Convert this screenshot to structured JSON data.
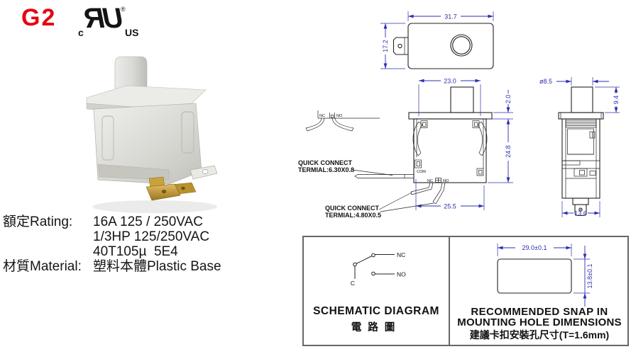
{
  "header": {
    "model": "G2",
    "model_color": "#e60012",
    "ul": {
      "icon": "ul-recognized-mark",
      "prefix": "c",
      "core": "UR",
      "suffix": "US",
      "registered": "®"
    }
  },
  "specs": {
    "rating_label": "額定Rating:",
    "rating_line1": "16A 125 / 250VAC",
    "rating_line2": "1/3HP 125/250VAC",
    "rating_line3": "40T105µ  5E4",
    "material_label": "材質Material:",
    "material_value": "塑料本體Plastic Base"
  },
  "drawings": {
    "dim_color": "#2e2eb0",
    "line_color": "#222222",
    "top_view": {
      "width_dim": "31.7",
      "height_dim": "17.2"
    },
    "front_view": {
      "width_dim": "23.0",
      "flange_dim": "2.0",
      "height_dim": "24.8",
      "base_width_dim": "25.5",
      "com_label": "COM",
      "nc_label": "NC",
      "no_label": "NO",
      "mini_nc": "NC",
      "mini_no": "NO",
      "callout_top_line1": "QUICK CONNECT",
      "callout_top_line2": "TERMIAL:6.30X0.8",
      "callout_bottom_line1": "QUICK CONNECT",
      "callout_bottom_line2": "TERMIAL:4.80X0.5"
    },
    "side_view": {
      "dia_dim": "ø8.5",
      "button_height_dim": "9.4",
      "width_dim": "13.6"
    }
  },
  "info_table": {
    "schematic": {
      "title": "SCHEMATIC DIAGRAM",
      "subtitle": "電路圖",
      "c_label": "C",
      "nc_label": "NC",
      "no_label": "NO"
    },
    "mounting": {
      "title_line1": "RECOMMENDED SNAP IN",
      "title_line2": "MOUNTING HOLE DIMENSIONS",
      "subtitle": "建議卡扣安裝孔尺寸(T=1.6mm)",
      "width_dim": "29.0±0.1",
      "height_dim": "13.8±0.1"
    }
  }
}
